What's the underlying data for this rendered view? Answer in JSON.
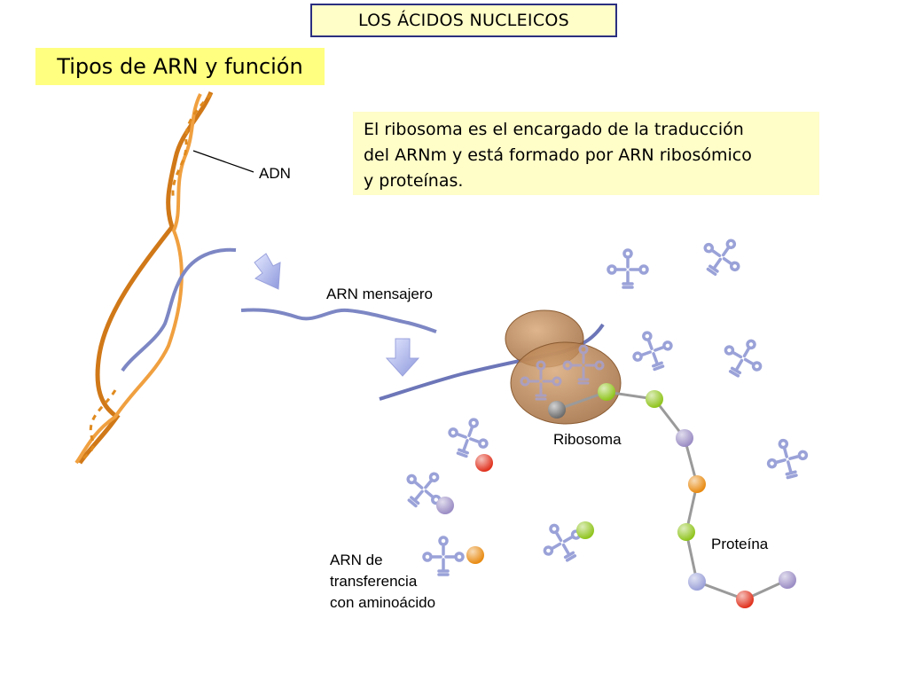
{
  "header": {
    "text": "LOS ÁCIDOS NUCLEICOS"
  },
  "title": {
    "text": "Tipos de ARN y función"
  },
  "info": {
    "line1": "El ribosoma es el encargado de la traducción",
    "line2": "del ARNm y está formado por ARN ribosómico",
    "line3": "y proteínas."
  },
  "labels": {
    "adn": "ADN",
    "arn_mensajero": "ARN mensajero",
    "ribosoma": "Ribosoma",
    "proteina": "Proteína",
    "arnt_line1": "ARN de",
    "arnt_line2": "transferencia",
    "arnt_line3": "con aminoácido"
  },
  "colors": {
    "dna": "#e08a1e",
    "rna": "#7d87c4",
    "ribosome": "#b07a45",
    "aa_green": "#8fc41c",
    "aa_purple": "#9a8cc4",
    "aa_orange": "#e88a10",
    "aa_red": "#e0301c",
    "aa_gray": "#7a7a7a",
    "arrow": "#aeb6ec"
  }
}
